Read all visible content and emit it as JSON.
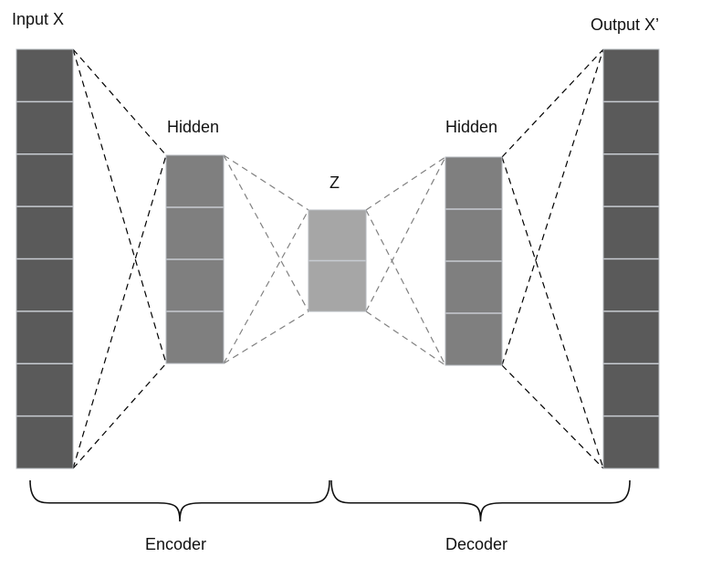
{
  "title": "Autoencoder architecture",
  "layers": [
    {
      "id": "input",
      "label": "Input X",
      "units": 8,
      "color": "#5a5a5a"
    },
    {
      "id": "hidden-enc",
      "label": "Hidden",
      "units": 4,
      "color": "#7f7f7f"
    },
    {
      "id": "z",
      "label": "Z",
      "units": 2,
      "color": "#a6a6a6"
    },
    {
      "id": "hidden-dec",
      "label": "Hidden",
      "units": 4,
      "color": "#7f7f7f"
    },
    {
      "id": "output",
      "label": "Output X’",
      "units": 8,
      "color": "#5a5a5a"
    }
  ],
  "connections": [
    {
      "from": "input",
      "to": "hidden-enc",
      "color": "#000000"
    },
    {
      "from": "hidden-enc",
      "to": "z",
      "color": "#808080"
    },
    {
      "from": "z",
      "to": "hidden-dec",
      "color": "#808080"
    },
    {
      "from": "hidden-dec",
      "to": "output",
      "color": "#000000"
    }
  ],
  "braces": [
    {
      "id": "encoder",
      "label": "Encoder"
    },
    {
      "id": "decoder",
      "label": "Decoder"
    }
  ],
  "colors": {
    "cell_divider": "#c8ccd2",
    "brace": "#111111"
  }
}
